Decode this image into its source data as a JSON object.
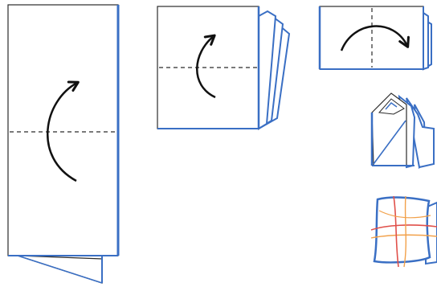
{
  "colors": {
    "background": "#ffffff",
    "paper_outline": "#3a6fc4",
    "paper_inner_outline": "#2b2b2b",
    "fold_line": "#2b2b2b",
    "arrow": "#111111",
    "string_red": "#e0504a",
    "string_orange": "#f2a14a"
  },
  "steps": [
    {
      "name": "step-1-fold-bottom-up",
      "icon": "curved-arrow-up-icon"
    },
    {
      "name": "step-2-fold-in-half",
      "icon": "curved-arrow-up-icon"
    },
    {
      "name": "step-3-fold-left-to-right",
      "icon": "curved-arrow-right-icon"
    },
    {
      "name": "step-4-folded-corners",
      "icon": ""
    },
    {
      "name": "step-5-tied-bundle",
      "icon": "string-icon"
    }
  ]
}
